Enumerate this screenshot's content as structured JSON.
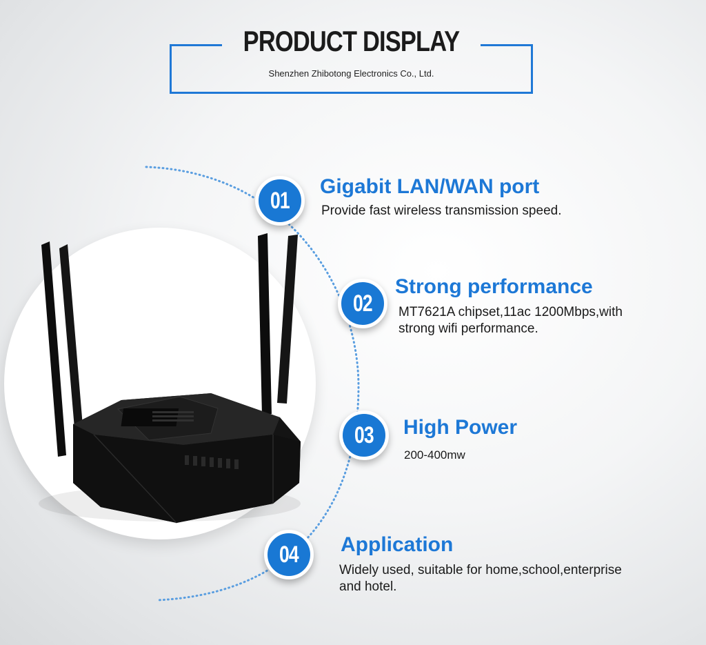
{
  "header": {
    "title": "PRODUCT DISPLAY",
    "subtitle": "Shenzhen Zhibotong Electronics  Co., Ltd."
  },
  "colors": {
    "accent": "#1978d4",
    "title_blue": "#1d78d6",
    "router_body": "#111111"
  },
  "product": {
    "image": "black-wifi-router-with-four-antennas"
  },
  "features": [
    {
      "number": "01",
      "title": "Gigabit LAN/WAN port",
      "desc": "Provide fast wireless transmission speed.",
      "desc2": ""
    },
    {
      "number": "02",
      "title": "Strong performance",
      "desc": "MT7621A chipset,11ac 1200Mbps,with",
      "desc2": "strong wifi performance."
    },
    {
      "number": "03",
      "title": "High Power",
      "desc": "200-400mw",
      "desc2": ""
    },
    {
      "number": "04",
      "title": "Application",
      "desc": "Widely used, suitable for home,school,enterprise",
      "desc2": "and hotel."
    }
  ]
}
